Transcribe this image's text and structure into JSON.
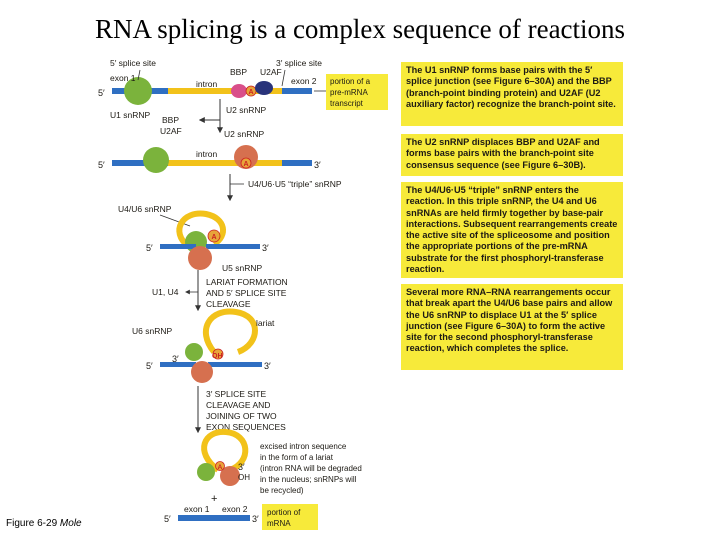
{
  "title": "RNA splicing is a complex sequence of reactions",
  "caption": {
    "figure": "Figure 6-29",
    "source": "Mole"
  },
  "colors": {
    "exon": "#2f6fc2",
    "intron": "#f2c21a",
    "u1": "#7bb33c",
    "u2": "#d6704f",
    "u4u6": "#f2c21a",
    "box": "#f7ea3a",
    "label_box": "#f7ea3a"
  },
  "diagram": {
    "labels": {
      "splice5": "5′ splice site",
      "splice3": "3′ splice site",
      "exon1": "exon 1",
      "exon2": "exon 2",
      "intron": "intron",
      "bbp": "BBP",
      "u2af": "U2AF",
      "five": "5′",
      "three": "3′",
      "u1": "U1 snRNP",
      "u2": "U2 snRNP",
      "u2b": "U2 snRNP",
      "bbp2": "BBP",
      "u2af2": "U2AF",
      "intron2": "intron",
      "triple": "U4/U6·U5 “triple” snRNP",
      "u4u6": "U4/U6 snRNP",
      "u5": "U5 snRNP",
      "lariat_formation_1": "LARIAT FORMATION",
      "lariat_formation_2": "AND 5′ SPLICE SITE",
      "lariat_formation_3": "CLEAVAGE",
      "u1u4": "U1, U4",
      "u6": "U6 snRNP",
      "lariat": "lariat",
      "oh": "OH",
      "three_oh": "3′",
      "cleavage_1": "3′ SPLICE SITE",
      "cleavage_2": "CLEAVAGE AND",
      "cleavage_3": "JOINING OF TWO",
      "cleavage_4": "EXON SEQUENCES",
      "excised_1": "excised intron sequence",
      "excised_2": "in the form of a lariat",
      "excised_3": "(intron RNA will be degraded",
      "excised_4": "in the nucleus; snRNPs will",
      "excised_5": "be recycled)",
      "plus": "+",
      "oh2": "OH",
      "a": "A",
      "portion_pre_1": "portion of a",
      "portion_pre_2": "pre-mRNA",
      "portion_pre_3": "transcript",
      "portion_m_1": "portion of",
      "portion_m_2": "mRNA"
    },
    "steps": [
      "The U1 snRNP forms base pairs with the 5′ splice junction (see Figure 6–30A) and the BBP (branch-point binding protein) and U2AF (U2 auxiliary factor) recognize the branch-point site.",
      "The U2 snRNP displaces BBP and U2AF and forms base pairs with the branch-point site consensus sequence (see Figure 6–30B).",
      "The U4/U6·U5 “triple” snRNP enters the reaction. In this triple snRNP, the U4 and U6 snRNAs are held firmly together by base-pair interactions. Subsequent rearrangements create the active site of the spliceosome and position the appropriate portions of the pre-mRNA substrate for the first phosphoryl-transferase reaction.",
      "Several more RNA–RNA rearrangements occur that break apart the U4/U6 base pairs and allow the U6 snRNP to displace U1 at the 5′ splice junction (see Figure 6–30A) to form the active site for the second phosphoryl-transferase reaction, which completes the splice."
    ]
  }
}
